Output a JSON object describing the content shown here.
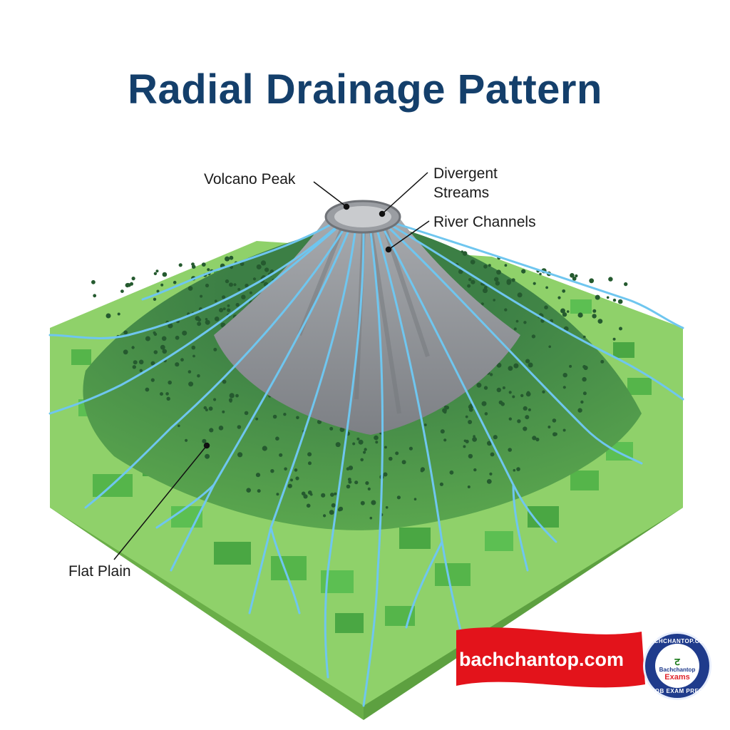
{
  "title": "Radial Drainage Pattern",
  "labels": {
    "volcano_peak": "Volcano Peak",
    "divergent_streams": "Divergent\nStreams",
    "river_channels": "River Channels",
    "flat_plain": "Flat Plain"
  },
  "watermark": {
    "site": "bachchantop.com",
    "badge_top": "BACHCHANTOP.COM",
    "badge_name": "Bachchantop",
    "badge_exams": "Exams",
    "badge_bottom": "JOB EXAM PREP"
  },
  "colors": {
    "title": "#143f6b",
    "plain": "#8fd16a",
    "plain_side": "#6fb24c",
    "mountain": "#8e9196",
    "forest": "#2f6b3a",
    "stream": "#6fc6ef",
    "banner": "#e3131b"
  }
}
